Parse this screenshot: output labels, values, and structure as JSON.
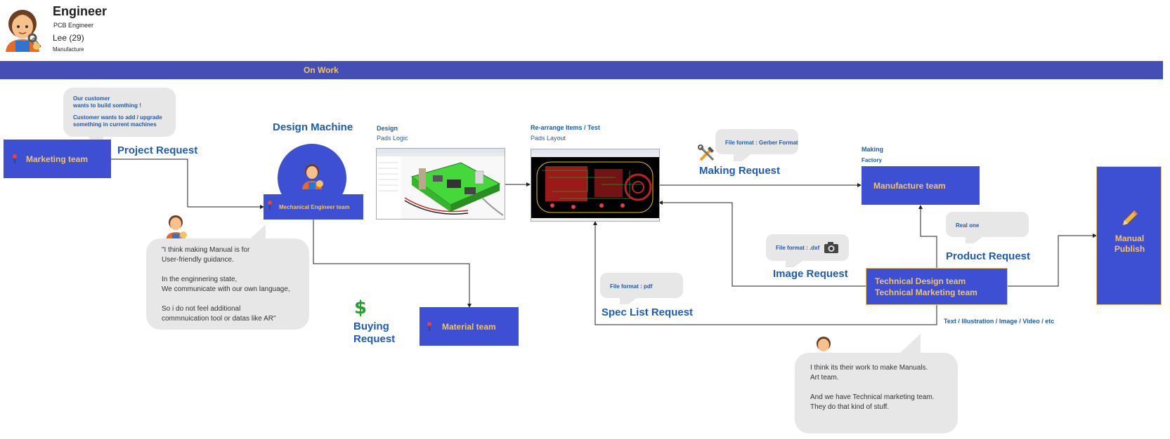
{
  "persona": {
    "role": "Engineer",
    "title": "PCB Engineer",
    "name": "Lee (29)",
    "department": "Manufacture"
  },
  "banner": {
    "label": "On Work"
  },
  "marketing": {
    "bubble_line1": "Our customer",
    "bubble_line2": "wants to build somthing !",
    "bubble_line3": "Customer wants to add / upgrade",
    "bubble_line4": "something in current machines",
    "team_label": "Marketing team",
    "request_label": "Project Request"
  },
  "design_machine": {
    "title": "Design Machine",
    "team_label": "Mechanical Engineer team"
  },
  "quote1": {
    "text": "\"I think making Manual is for\nUser-friendly guidance.\n\nIn the enginnering state,\nWe communicate with our own language,\n\nSo i do not feel additional\ncommnuication tool or datas like AR\""
  },
  "buying": {
    "label_line1": "Buying",
    "label_line2": "Request",
    "team_label": "Material team"
  },
  "design_step": {
    "title": "Design",
    "subtitle": "Pads Logic"
  },
  "rearrange_step": {
    "title": "Re-arrange Items / Test",
    "subtitle": "Pads Layout"
  },
  "making": {
    "bubble": "File format : Gerber Format",
    "request_label": "Making Request"
  },
  "manufacture": {
    "title": "Making",
    "subtitle": "Factory",
    "team_label": "Manufacture team"
  },
  "image_request": {
    "bubble": "File format : .dxf",
    "label": "Image Request"
  },
  "spec_request": {
    "bubble": "File format : pdf",
    "label": "Spec List Request"
  },
  "product_request": {
    "bubble": "Real one",
    "label": "Product Request"
  },
  "technical": {
    "line1": "Technical Design team",
    "line2": "Technical Marketing team",
    "output_label": "Text / Illustration / Image / Video / etc"
  },
  "manual": {
    "line1": "Manual",
    "line2": "Publish"
  },
  "quote2": {
    "text": "I think its their work to make Manuals.\nArt team.\n\nAnd we have Technical marketing team.\nThey do that kind of stuff."
  },
  "colors": {
    "banner": "#444eb5",
    "team_box": "#3d4fd3",
    "team_text": "#f6c45f",
    "label_blue": "#1d5bb8",
    "bubble": "#e7e7e7"
  },
  "icons": [
    "avatar-mechanic-icon",
    "pin-icon",
    "tools-icon",
    "camera-icon",
    "dollar-icon",
    "pencil-icon"
  ]
}
